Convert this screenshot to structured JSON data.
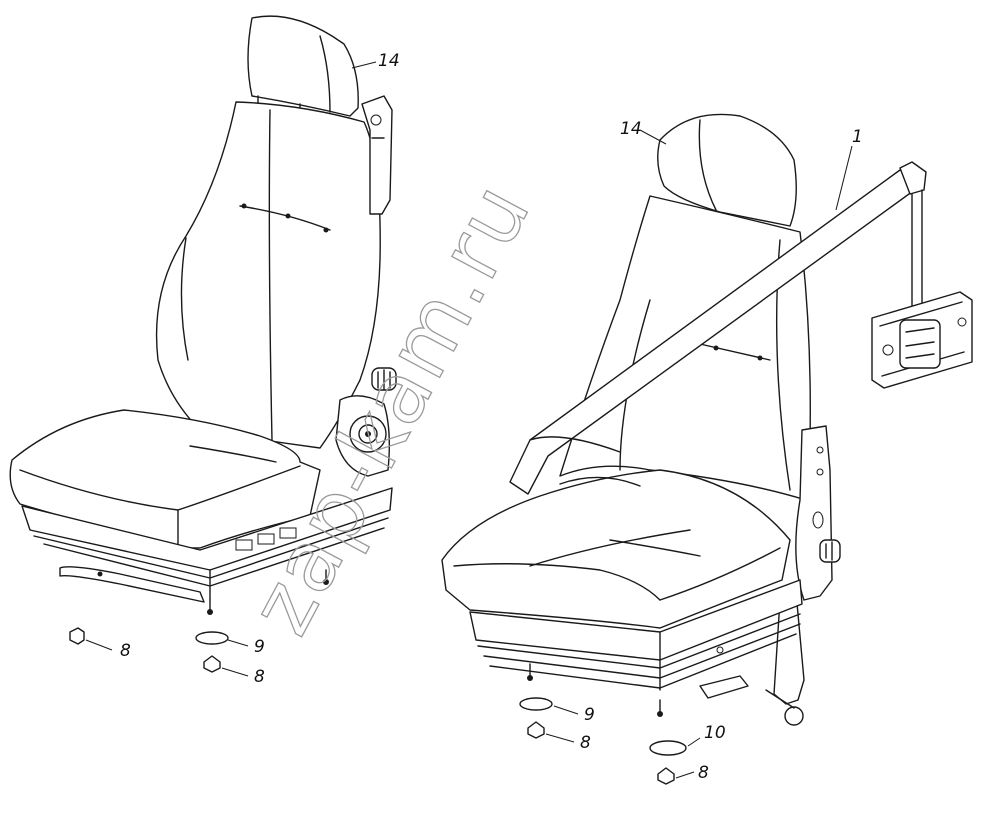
{
  "figure": {
    "callouts": [
      {
        "id": "c14a",
        "text": "14"
      },
      {
        "id": "c14b",
        "text": "14"
      },
      {
        "id": "c1",
        "text": "1"
      },
      {
        "id": "c8a",
        "text": "8"
      },
      {
        "id": "c9a",
        "text": "9"
      },
      {
        "id": "c8b",
        "text": "8"
      },
      {
        "id": "c9b",
        "text": "9"
      },
      {
        "id": "c8c",
        "text": "8"
      },
      {
        "id": "c10",
        "text": "10"
      },
      {
        "id": "c8d",
        "text": "8"
      }
    ],
    "watermark": "zap-kam.ru"
  }
}
